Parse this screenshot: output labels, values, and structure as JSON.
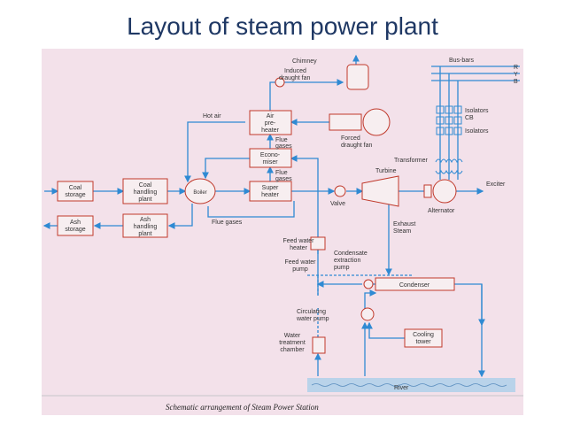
{
  "title": "Layout of steam power plant",
  "caption": "Schematic arrangement of Steam Power Station",
  "colors": {
    "flow": "#2f8ad3",
    "box_border": "#c0392b",
    "panel_bg": "#f3e1ea",
    "title": "#1f3864"
  },
  "boxes": {
    "coal_storage": [
      "Coal",
      "storage"
    ],
    "coal_handling": [
      "Coal",
      "handling",
      "plant"
    ],
    "ash_storage": [
      "Ash",
      "storage"
    ],
    "ash_handling": [
      "Ash",
      "handling",
      "plant"
    ],
    "boiler": "Boiler",
    "air_preheater": [
      "Air",
      "pre-",
      "heater"
    ],
    "economiser": [
      "Econo-",
      "miser"
    ],
    "super_heater": [
      "Super",
      "heater"
    ],
    "forced_fan": [
      "Forced",
      "draught fan"
    ],
    "induced_fan": [
      "Induced",
      "draught fan"
    ],
    "chimney": "Chimney",
    "feed_heater": [
      "Feed water",
      "heater"
    ],
    "feed_pump": [
      "Feed water",
      "pump"
    ],
    "condensate_pump": [
      "Condensate",
      "extraction",
      "pump"
    ],
    "condenser": "Condenser",
    "circulating_pump": [
      "Circulating",
      "water pump"
    ],
    "cooling_tower": [
      "Cooling",
      "tower"
    ],
    "water_treatment": [
      "Water",
      "treatment",
      "chamber"
    ],
    "river": "River",
    "turbine": "Turbine",
    "valve": "Valve",
    "alternator": "Alternator",
    "exciter": "Exciter",
    "transformer": "Transformer",
    "isolators_cb": [
      "Isolators",
      "CB"
    ],
    "isolators": "Isolators",
    "busbars": "Bus-bars",
    "phases": [
      "R",
      "Y",
      "B"
    ],
    "exhaust": [
      "Exhaust",
      "Steam"
    ]
  },
  "labels": {
    "hot_air": "Hot air",
    "flue_gases_1": [
      "Flue",
      "gases"
    ],
    "flue_gases_2": [
      "Flue",
      "gases"
    ],
    "flue_gases_3": "Flue gases"
  }
}
